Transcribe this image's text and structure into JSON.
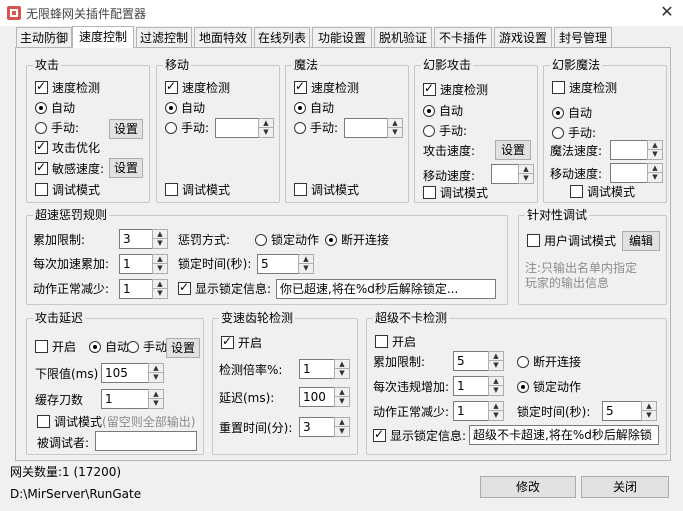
{
  "window": {
    "title": "无限蜂网关插件配置器",
    "close_icon": "close-icon"
  },
  "tabs": [
    "主动防御",
    "速度控制",
    "过滤控制",
    "地面特效",
    "在线列表",
    "功能设置",
    "脱机验证",
    "不卡插件",
    "游戏设置",
    "封号管理"
  ],
  "active_tab": "速度控制",
  "attack": {
    "legend": "攻击",
    "speed_check": "速度检测",
    "auto": "自动",
    "manual": "手动:",
    "set_button": "设置",
    "optimize": "攻击优化",
    "sensitivity": "敏感速度:",
    "set_button2": "设置",
    "debug": "调试模式"
  },
  "move": {
    "legend": "移动",
    "speed_check": "速度检测",
    "auto": "自动",
    "manual": "手动:",
    "debug": "调试模式"
  },
  "magic": {
    "legend": "魔法",
    "speed_check": "速度检测",
    "auto": "自动",
    "manual": "手动:",
    "debug": "调试模式"
  },
  "shadow_attack": {
    "legend": "幻影攻击",
    "speed_check": "速度检测",
    "auto": "自动",
    "manual": "手动:",
    "attack_speed": "攻击速度:",
    "set_button": "设置",
    "move_speed": "移动速度:",
    "debug": "调试模式"
  },
  "shadow_magic": {
    "legend": "幻影魔法",
    "speed_check": "速度检测",
    "auto": "自动",
    "manual": "手动:",
    "magic_speed": "魔法速度:",
    "move_speed": "移动速度:",
    "debug": "调试模式"
  },
  "penalty": {
    "legend": "超速惩罚规则",
    "accum_limit_label": "累加限制:",
    "accum_limit": "3",
    "per_accel_label": "每次加速累加:",
    "per_accel": "1",
    "normal_dec_label": "动作正常减少:",
    "normal_dec": "1",
    "method_label": "惩罚方式:",
    "lock_action": "锁定动作",
    "disconnect": "断开连接",
    "lock_time_label": "锁定时间(秒):",
    "lock_time": "5",
    "show_lock_label": "显示锁定信息:",
    "lock_message": "你已超速,将在%d秒后解除锁定..."
  },
  "targeted": {
    "legend": "针对性调试",
    "user_debug": "用户调试模式",
    "edit_button": "编辑",
    "note_line1": "注:只输出名单内指定",
    "note_line2": "玩家的输出信息"
  },
  "attack_delay": {
    "legend": "攻击延迟",
    "enable": "开启",
    "auto": "自动",
    "manual": "手动",
    "set_button": "设置",
    "lower_label": "下限值(ms)",
    "lower": "105",
    "cache_label": "缓存刀数",
    "cache": "1",
    "debug": "调试模式",
    "debug_hint": "(留空则全部输出)",
    "target_label": "被调试者:",
    "target": ""
  },
  "gear": {
    "legend": "变速齿轮检测",
    "enable": "开启",
    "ratio_label": "检测倍率%:",
    "ratio": "1",
    "delay_label": "延迟(ms):",
    "delay": "100",
    "reset_label": "重置时间(分):",
    "reset": "3"
  },
  "super_noblock": {
    "legend": "超级不卡检测",
    "enable": "开启",
    "accum_limit_label": "累加限制:",
    "accum_limit": "5",
    "per_violation_label": "每次违规增加:",
    "per_violation": "1",
    "normal_dec_label": "动作正常减少:",
    "normal_dec": "1",
    "disconnect": "断开连接",
    "lock_action": "锁定动作",
    "lock_time_label": "锁定时间(秒):",
    "lock_time": "5",
    "show_lock_label": "显示锁定信息:",
    "lock_message": "超级不卡超速,将在%d秒后解除锁"
  },
  "footer": {
    "gateway_count": "网关数量:1 (17200)",
    "path": "D:\\MirServer\\RunGate",
    "modify_button": "修改",
    "close_button": "关闭"
  }
}
